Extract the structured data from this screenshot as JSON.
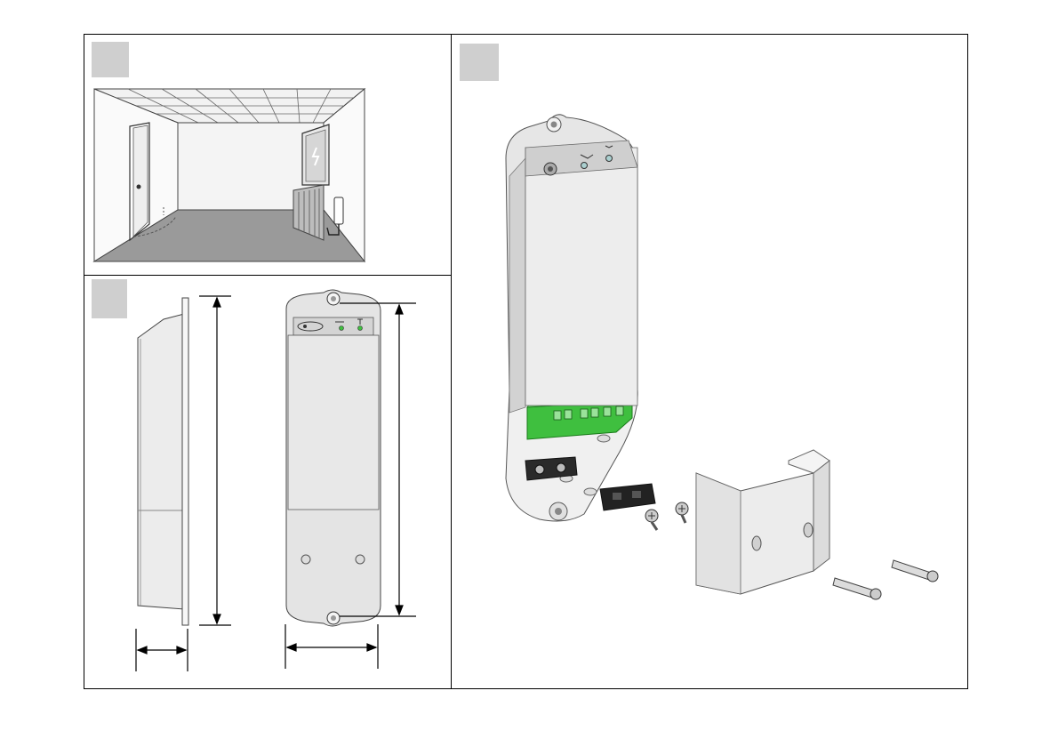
{
  "figure": {
    "panels": [
      {
        "id": "room-placement",
        "label": ""
      },
      {
        "id": "dimensions",
        "label": ""
      },
      {
        "id": "exploded-assembly",
        "label": ""
      }
    ],
    "device_indicator_symbols": [
      "key-icon",
      "antenna-icon",
      "led-icon"
    ],
    "colors": {
      "terminal_block": "#3fbf3f",
      "device_body": "#e6e6e6",
      "label_tag": "#cfcfcf",
      "floor": "#9a9a9a",
      "line": "#000000"
    }
  }
}
